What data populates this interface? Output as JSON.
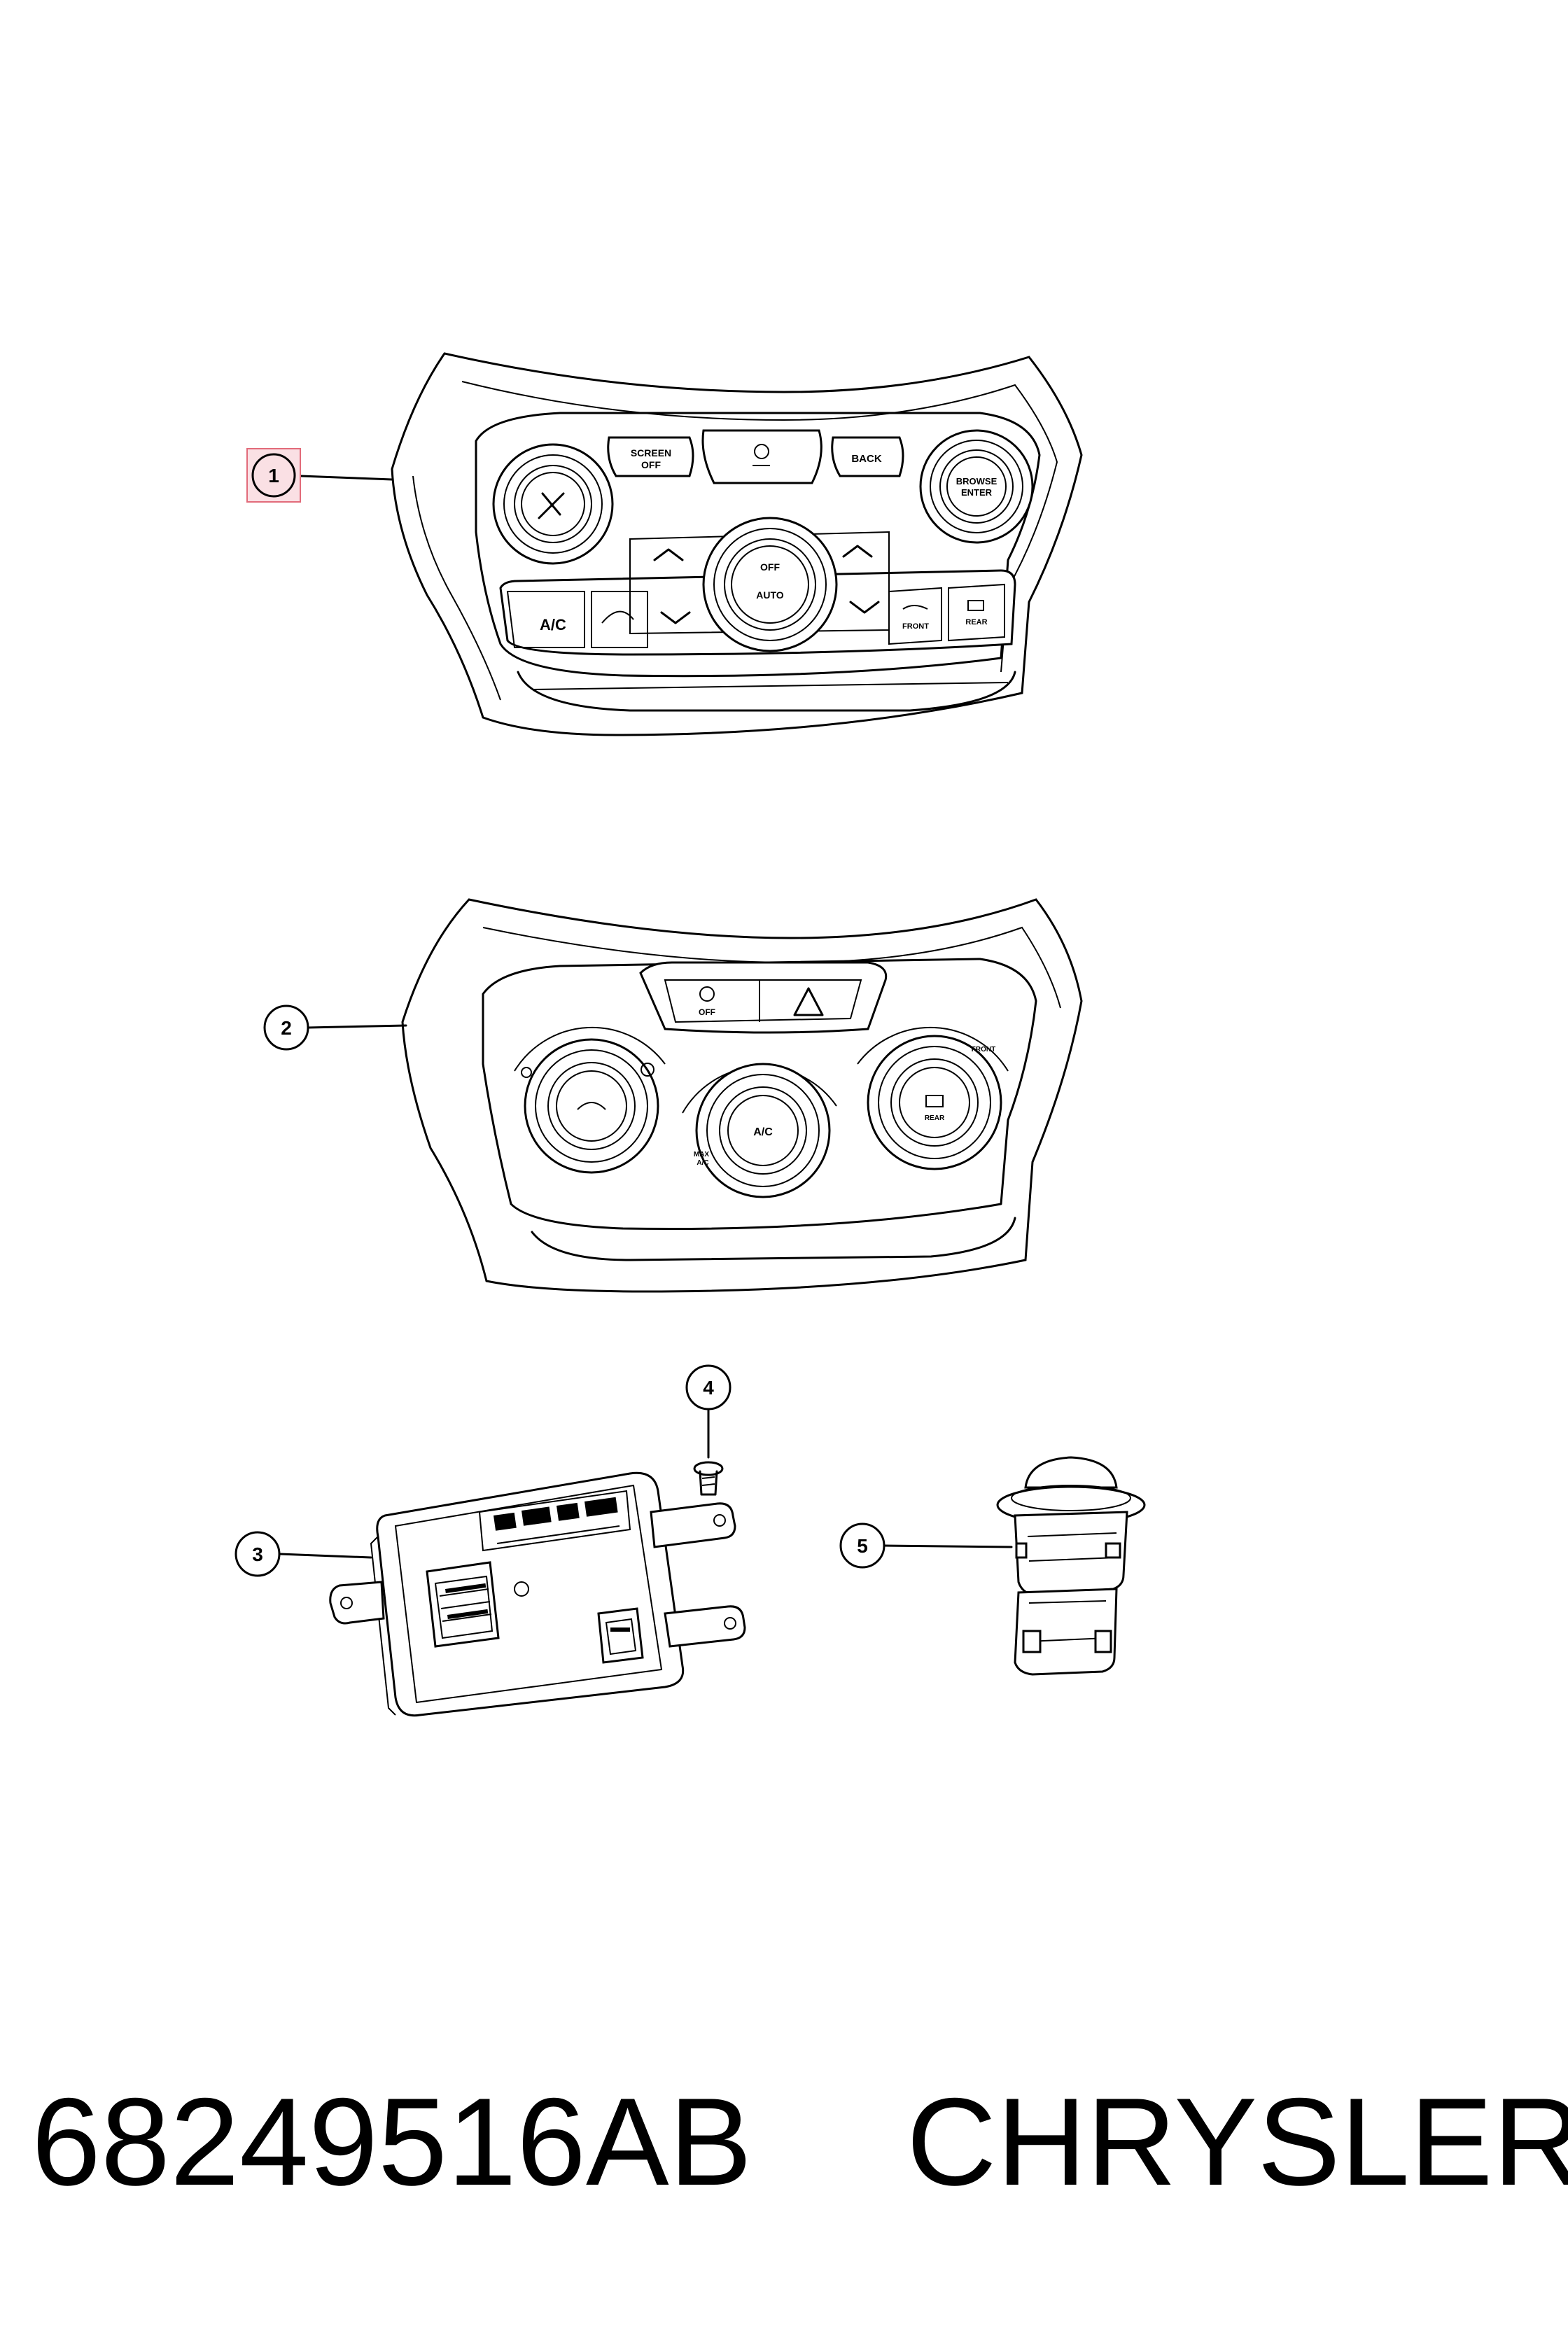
{
  "callouts": [
    "1",
    "2",
    "3",
    "4",
    "5"
  ],
  "highlighted_callout": "1",
  "highlight_color": "#e26b7a",
  "panel1_labels": {
    "screen_off": [
      "SCREEN",
      "OFF"
    ],
    "back": "BACK",
    "browse_enter": [
      "BROWSE",
      "ENTER"
    ],
    "off": "OFF",
    "auto": "AUTO",
    "ac": "A/C",
    "front": "FRONT",
    "rear": "REAR",
    "center_off": "OFF"
  },
  "panel2_labels": {
    "off": "OFF",
    "ac": "A/C",
    "max_ac": [
      "MAX",
      "A/C"
    ],
    "front": "FRONT",
    "rear": "REAR"
  },
  "footer": {
    "part_number": "68249516AB",
    "brand": "CHRYSLER"
  }
}
